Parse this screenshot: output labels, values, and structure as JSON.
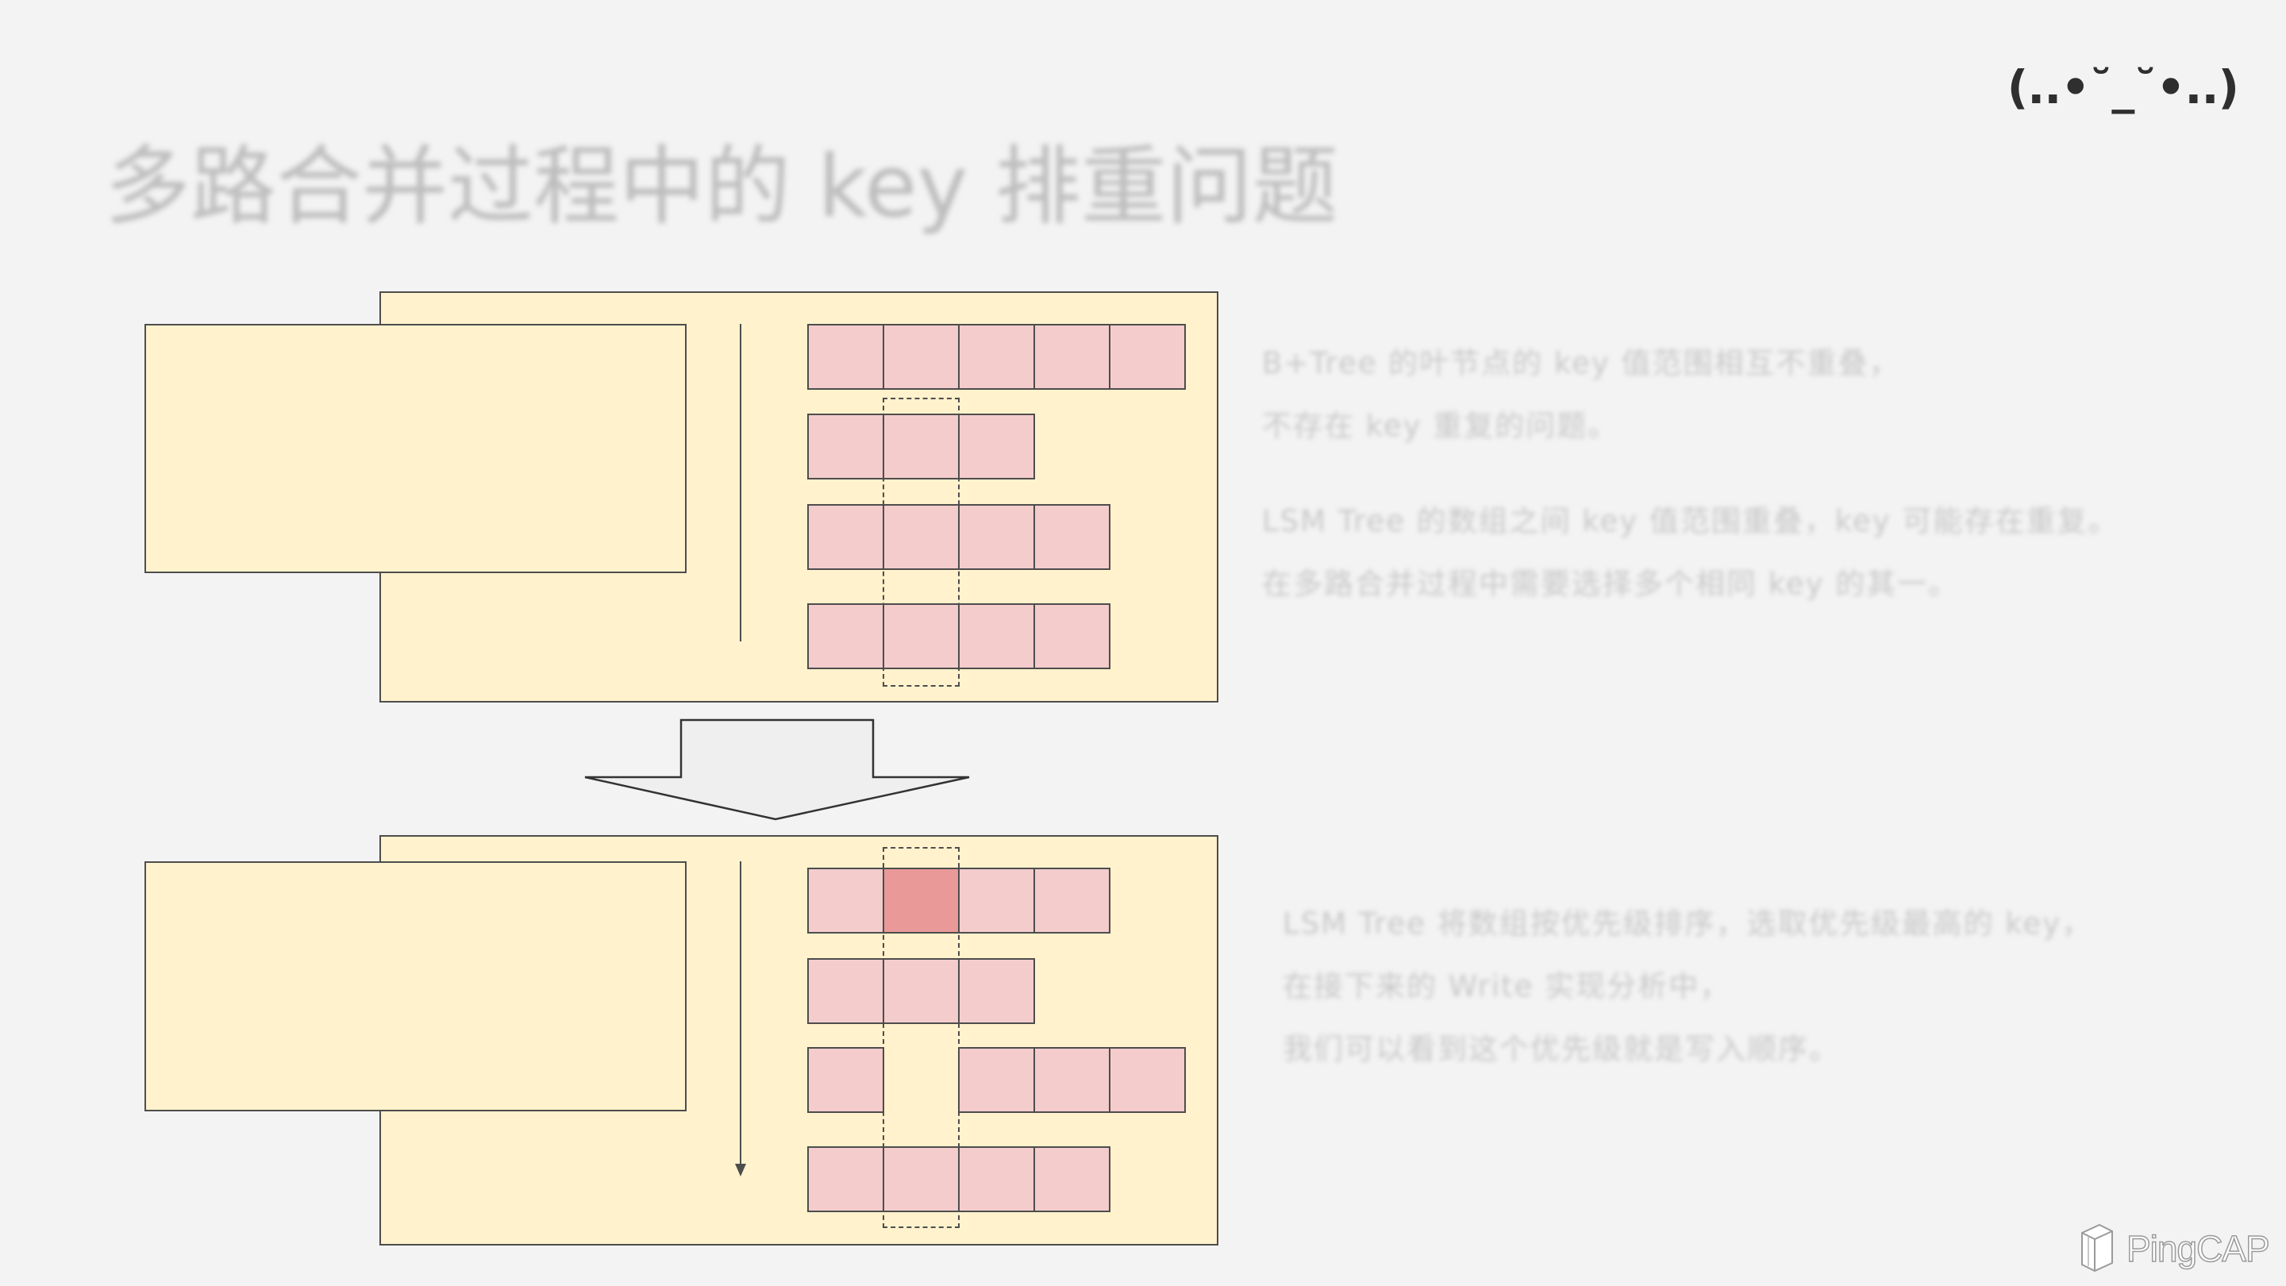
{
  "slide": {
    "kaomoji": "(..•˘_˘•..)",
    "title": "多路合并过程中的 key 排重问题",
    "notes": [
      {
        "lines": [
          "B+Tree 的叶节点的 key 值范围相互不重叠，",
          "不存在 key 重复的问题。"
        ]
      },
      {
        "lines": [
          "LSM Tree 的数组之间 key 值范围重叠，key 可能存在重复。",
          "在多路合并过程中需要选择多个相同 key 的其一。"
        ]
      },
      {
        "lines": [
          "LSM Tree 将数组按优先级排序，选取优先级最高的 key，",
          "在接下来的 Write 实现分析中，",
          "我们可以看到这个优先级就是写入顺序。"
        ]
      }
    ]
  },
  "logo": {
    "text": "PingCAP",
    "icon": "pingcap-logo-icon"
  },
  "colors": {
    "bg": "#f3f3f3",
    "panel": "#fff2cc",
    "cell": "#f4cccc",
    "cell-hi": "#ea9999",
    "stroke": "#4d4d4d"
  }
}
